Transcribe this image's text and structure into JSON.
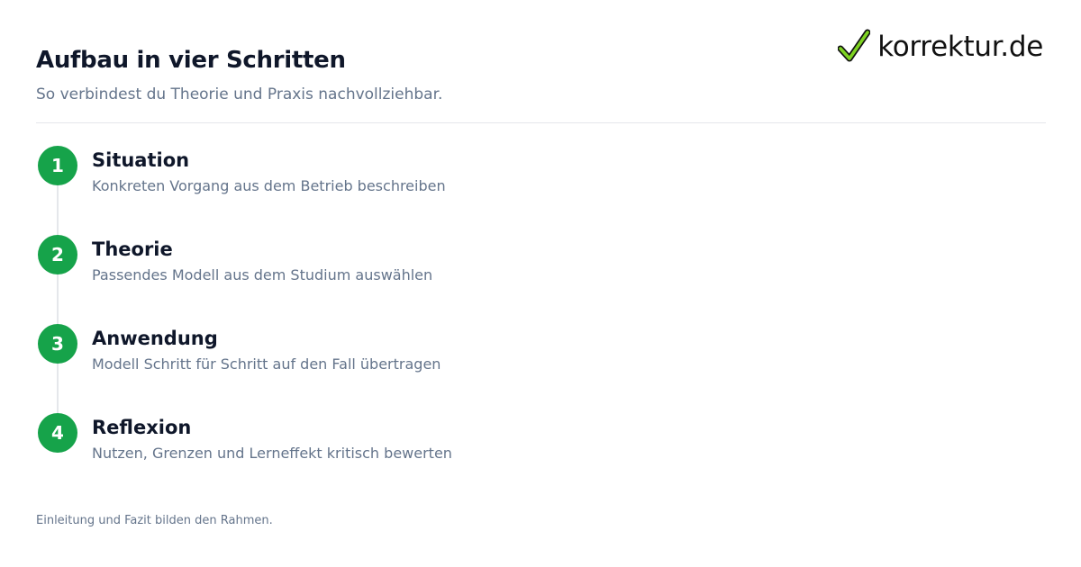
{
  "header": {
    "title": "Aufbau in vier Schritten",
    "subtitle": "So verbindest du Theorie und Praxis nachvollziehbar."
  },
  "logo": {
    "text": "korrektur.de",
    "icon": "checkmark-icon",
    "check_color": "#7ed321"
  },
  "steps": [
    {
      "number": "1",
      "title": "Situation",
      "description": "Konkreten Vorgang aus dem Betrieb beschreiben"
    },
    {
      "number": "2",
      "title": "Theorie",
      "description": "Passendes Modell aus dem Studium auswählen"
    },
    {
      "number": "3",
      "title": "Anwendung",
      "description": "Modell Schritt für Schritt auf den Fall übertragen"
    },
    {
      "number": "4",
      "title": "Reflexion",
      "description": "Nutzen, Grenzen und Lerneffekt kritisch bewerten"
    }
  ],
  "footer": {
    "note": "Einleitung und Fazit bilden den Rahmen."
  },
  "colors": {
    "accent": "#16a34a",
    "title": "#0f172a",
    "muted": "#64748b",
    "divider": "#e5e7eb"
  }
}
